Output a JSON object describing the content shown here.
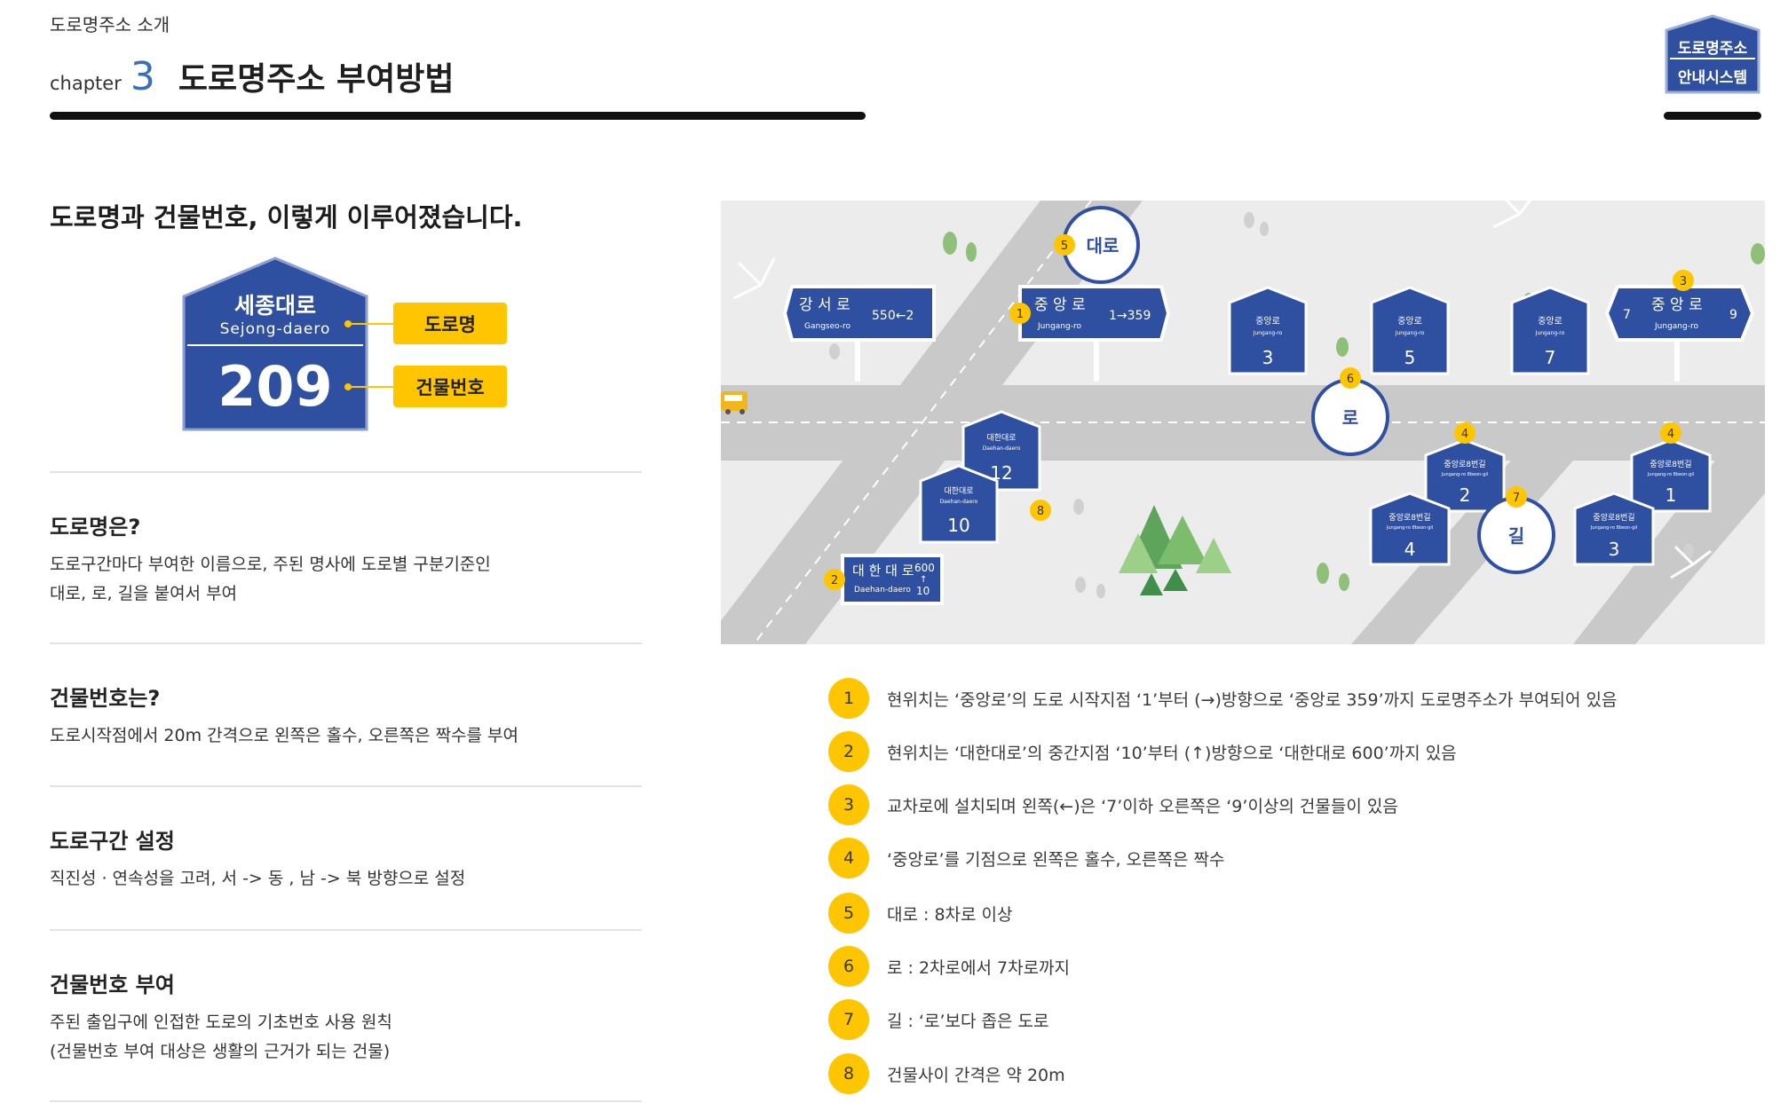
{
  "header": {
    "breadcrumb": "도로명주소 소개",
    "chapter_word": "chapter",
    "chapter_number": "3",
    "chapter_title": "도로명주소 부여방법",
    "logo_line1": "도로명주소",
    "logo_line2": "안내시스템"
  },
  "main": {
    "heading": "도로명과 건물번호,  이렇게 이루어졌습니다.",
    "sign": {
      "road_name_ko": "세종대로",
      "road_name_en": "Sejong-daero",
      "building_number": "209",
      "callout_road": "도로명",
      "callout_building": "건물번호"
    },
    "definitions": [
      {
        "title": "도로명은?",
        "lines": [
          "도로구간마다 부여한 이름으로, 주된 명사에 도로별 구분기준인",
          "대로, 로, 길을 붙여서 부여"
        ]
      },
      {
        "title": "건물번호는?",
        "lines": [
          "도로시작점에서 20m 간격으로 왼쪽은 홀수, 오른쪽은 짝수를 부여"
        ]
      },
      {
        "title": "도로구간 설정",
        "lines": [
          "직진성  · 연속성을 고려, 서 -> 동 , 남 -> 북 방향으로 설정"
        ]
      },
      {
        "title": "건물번호 부여",
        "lines": [
          "주된 출입구에 인접한 도로의 기초번호  사용 원칙",
          "(건물번호 부여 대상은 생활의 근거가 되는 건물)"
        ]
      }
    ]
  },
  "map": {
    "signs": {
      "gangseo": {
        "ko": "강 서 로",
        "en": "Gangseo-ro",
        "range": "550←2"
      },
      "jungang1": {
        "ko": "중 앙 로",
        "en": "Jungang-ro",
        "range": "1→359"
      },
      "jungang3": {
        "ko": "중 앙 로",
        "en": "Jungang-ro",
        "left": "7",
        "right": "9"
      },
      "daehan": {
        "ko": "대 한 대 로",
        "en": "Daehan-daero",
        "top": "600",
        "arrow": "↑",
        "bottom": "10"
      }
    },
    "house_small_label": "중앙로",
    "house_small_en": "Jungang-ro",
    "house_numbers": [
      "3",
      "5",
      "7"
    ],
    "daehan_label": "대한대로",
    "daehan_en": "Daehan-daero",
    "daehan_numbers": [
      "12",
      "10"
    ],
    "gil_label": "중앙로8번길",
    "gil_en": "Jungang-ro 8beon-gil",
    "gil_numbers": [
      "2",
      "4",
      "1",
      "3"
    ],
    "circle_daero": "대로",
    "circle_ro": "로",
    "circle_gil": "길",
    "markers": [
      "1",
      "2",
      "3",
      "4",
      "5",
      "6",
      "7",
      "8"
    ]
  },
  "legend": [
    {
      "num": "1",
      "text": "현위치는 ‘중앙로’의 도로 시작지점 ‘1’부터 (→)방향으로 ‘중앙로 359’까지 도로명주소가 부여되어 있음"
    },
    {
      "num": "2",
      "text": "현위치는 ‘대한대로’의 중간지점 ‘10’부터 (↑)방향으로 ‘대한대로 600’까지 있음"
    },
    {
      "num": "3",
      "text": "교차로에 설치되며 왼쪽(←)은 ‘7’이하 오른쪽은 ‘9’이상의 건물들이 있음"
    },
    {
      "num": "4",
      "text": "‘중앙로’를 기점으로 왼쪽은 홀수, 오른쪽은 짝수"
    },
    {
      "num": "5",
      "text": "대로 : 8차로 이상"
    },
    {
      "num": "6",
      "text": "로 : 2차로에서 7차로까지"
    },
    {
      "num": "7",
      "text": "길 : ‘로’보다 좁은 도로"
    },
    {
      "num": "8",
      "text": "건물사이 간격은 약 20m"
    }
  ],
  "colors": {
    "sign_blue": "#2f4fa0",
    "accent_yellow": "#ffc600",
    "chapter_blue": "#3a6fb5"
  }
}
